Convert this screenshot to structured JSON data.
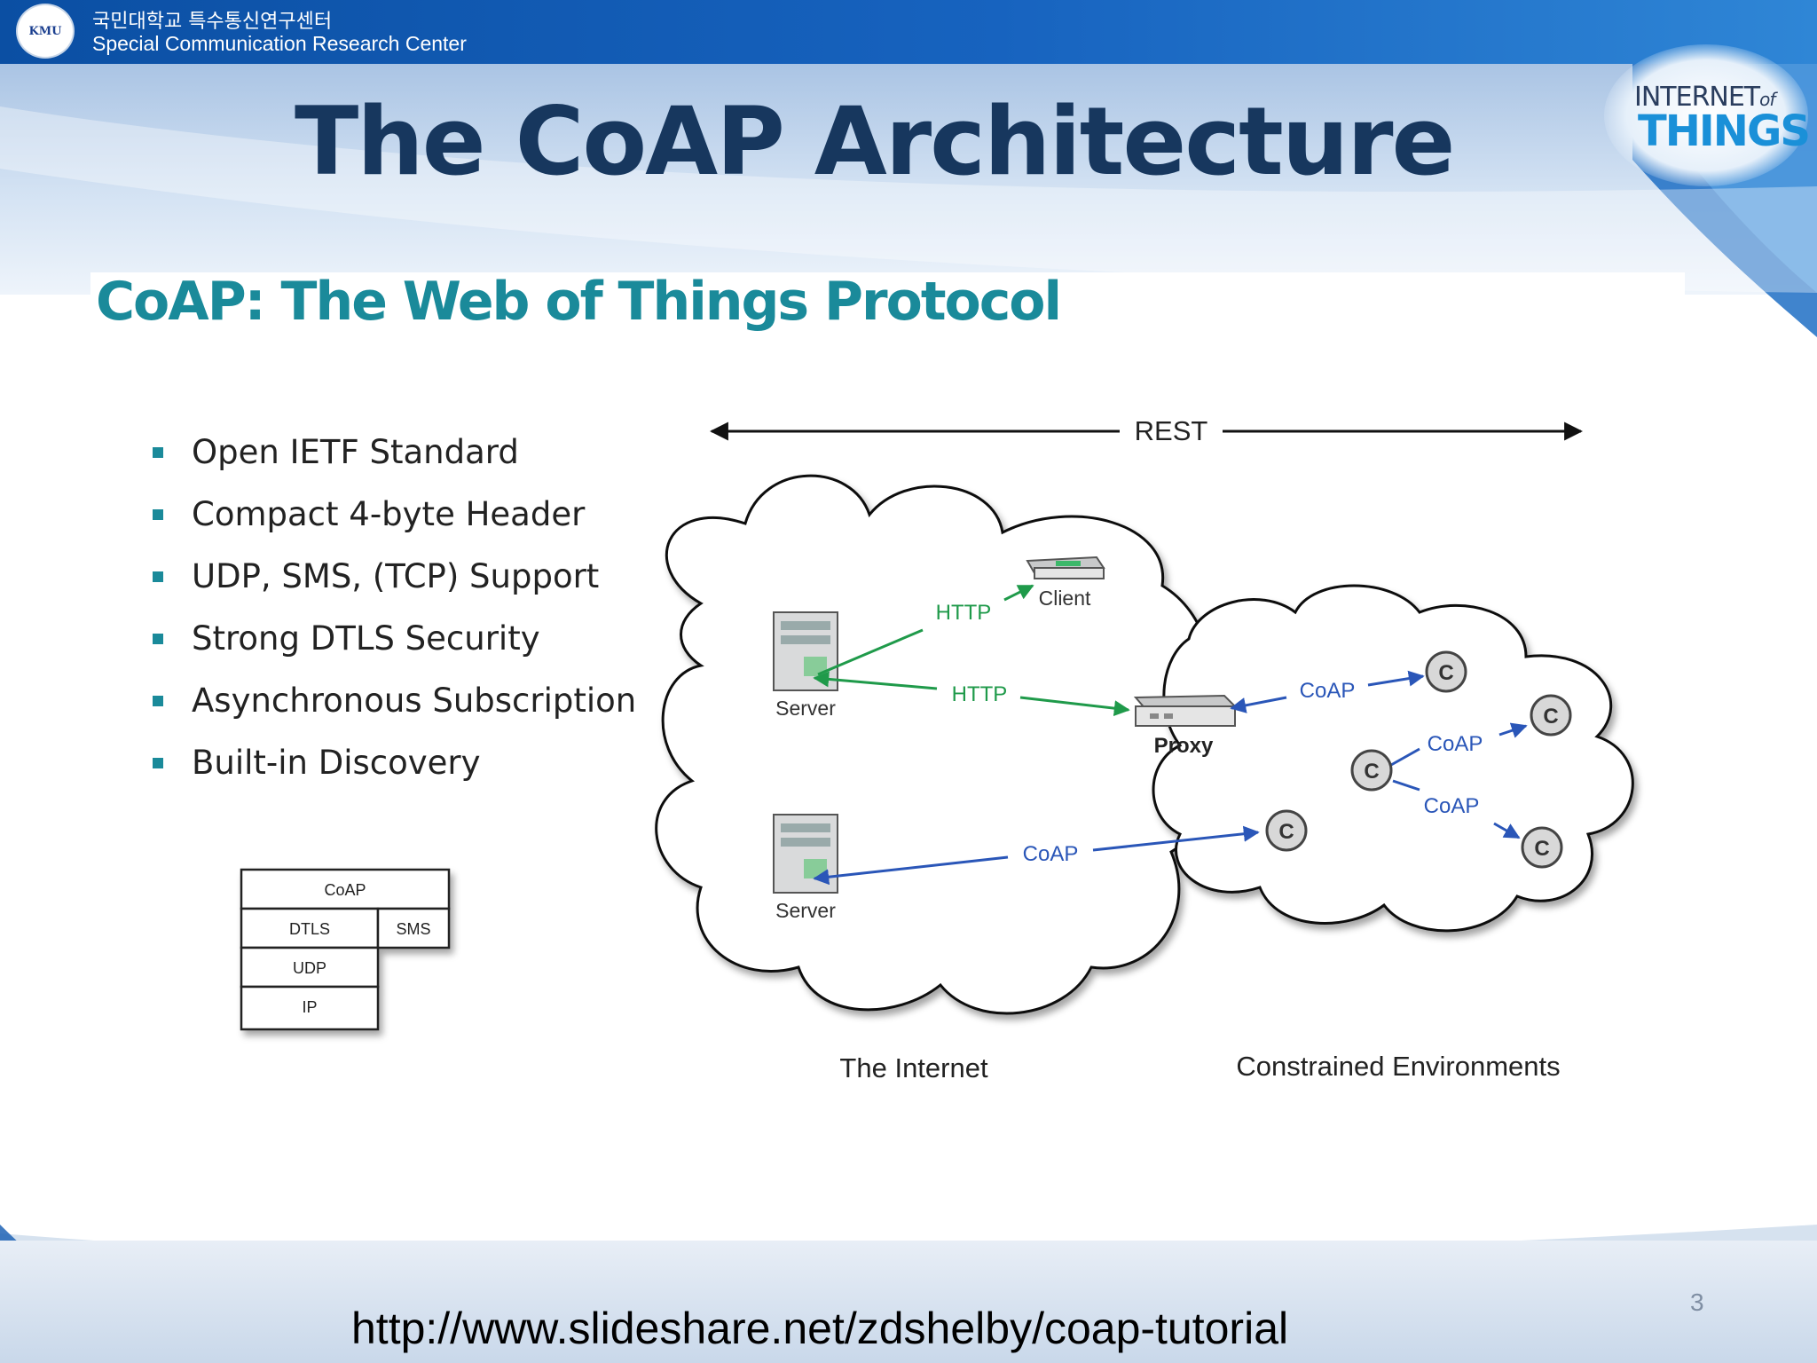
{
  "header": {
    "org_korean": "국민대학교 특수통신연구센터",
    "org_english": "Special Communication Research Center",
    "logo_text": "KMU"
  },
  "slide": {
    "title": "The CoAP Architecture",
    "number": "3",
    "source_url": "http://www.slideshare.net/zdshelby/coap-tutorial"
  },
  "iot_logo": {
    "line1_a": "INTERNET",
    "line1_b": "of",
    "line2": "THINGS"
  },
  "panel": {
    "title": "CoAP: The Web of Things Protocol",
    "features": [
      "Open IETF Standard",
      "Compact 4-byte Header",
      "UDP, SMS, (TCP) Support",
      "Strong DTLS Security",
      "Asynchronous Subscription",
      "Built-in Discovery"
    ]
  },
  "stack": {
    "coap": "CoAP",
    "dtls": "DTLS",
    "sms": "SMS",
    "udp": "UDP",
    "ip": "IP"
  },
  "diagram": {
    "rest": "REST",
    "client": "Client",
    "server": "Server",
    "proxy": "Proxy",
    "http": "HTTP",
    "coap": "CoAP",
    "node": "C",
    "internet": "The Internet",
    "constrained": "Constrained Environments"
  },
  "colors": {
    "title": "#17375e",
    "panel_title": "#1a8a9a",
    "http_arrow": "#1f9a4a",
    "coap_arrow": "#2a56b8",
    "header_bar": "#0b4fa3"
  }
}
